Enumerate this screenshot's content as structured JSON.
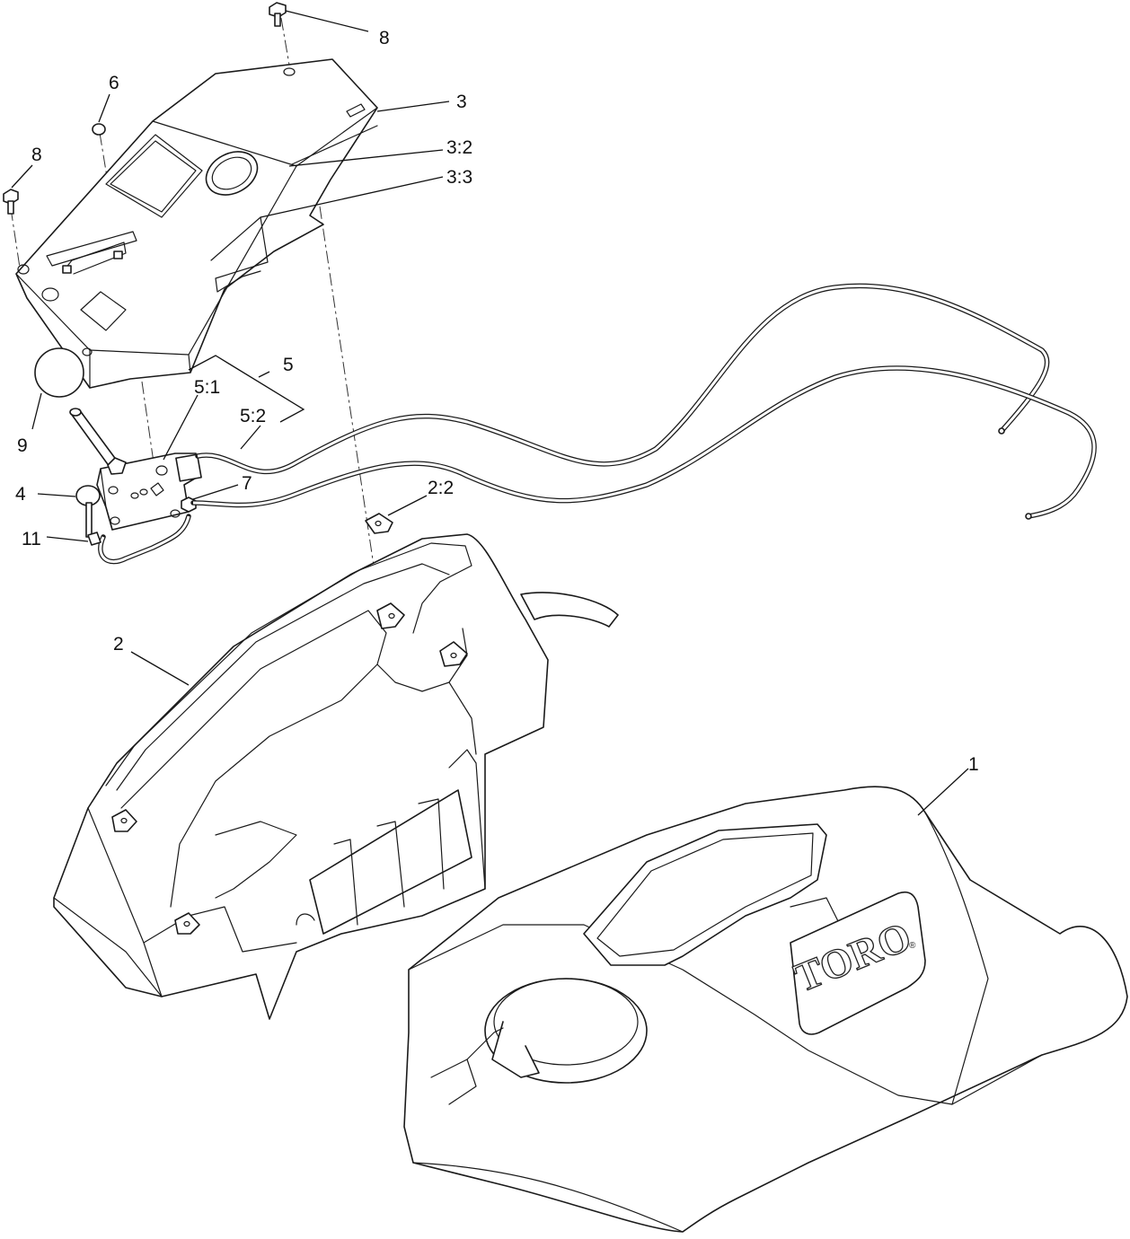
{
  "labels": {
    "l8_top": "8",
    "l3": "3",
    "l6": "6",
    "l3_2": "3:2",
    "l8_left": "8",
    "l3_3": "3:3",
    "l5": "5",
    "l5_1": "5:1",
    "l5_2": "5:2",
    "l9": "9",
    "l7": "7",
    "l4": "4",
    "l2_2": "2:2",
    "l11": "11",
    "l2": "2",
    "l1": "1"
  },
  "logo": {
    "brand": "TORO",
    "registered": "®"
  }
}
